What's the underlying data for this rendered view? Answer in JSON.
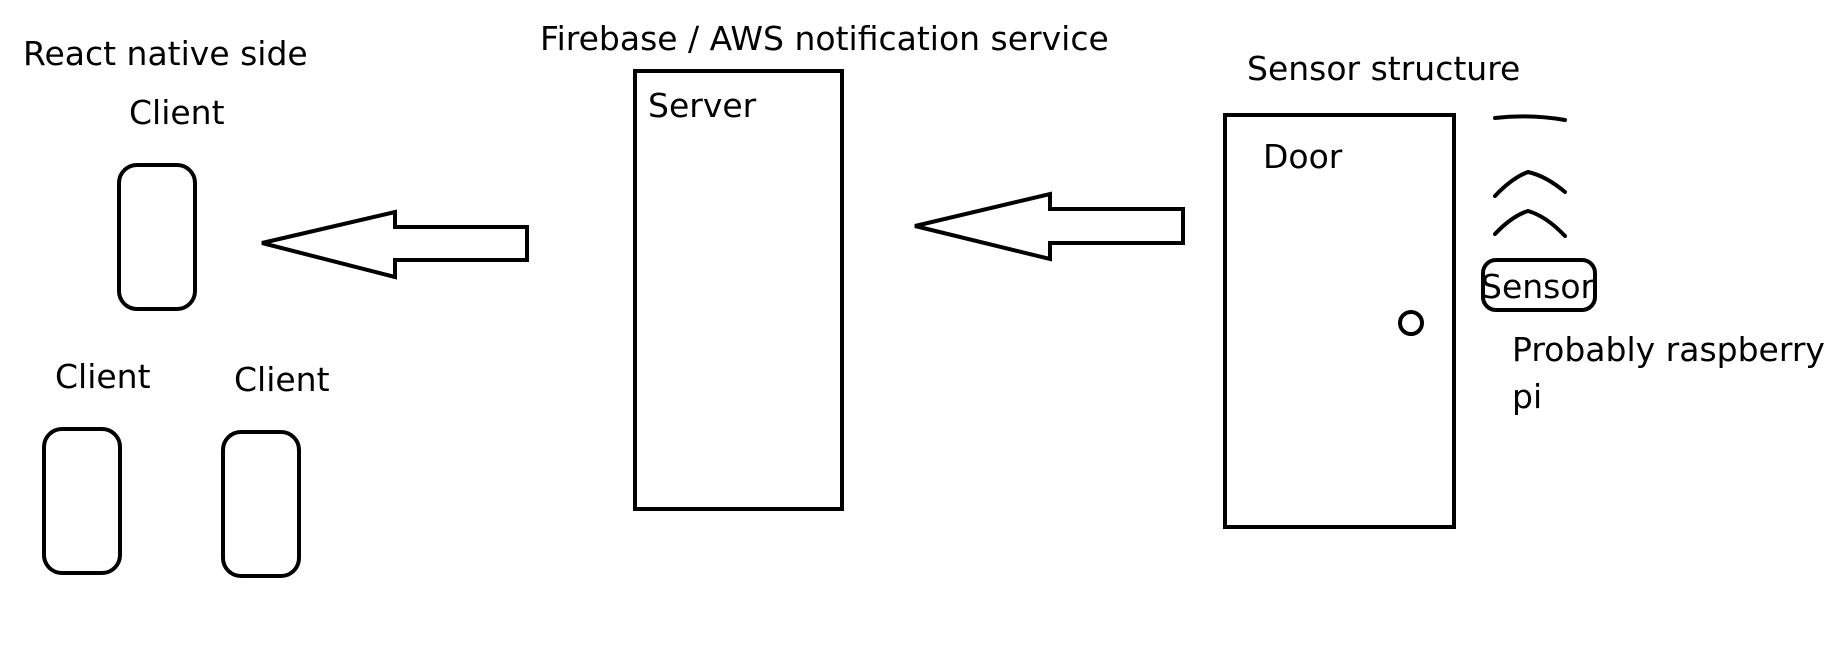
{
  "sections": {
    "client_side": "React native side",
    "server_side": "Firebase / AWS notification service",
    "sensor_side": "Sensor structure"
  },
  "clients": [
    {
      "label": "Client"
    },
    {
      "label": "Client"
    },
    {
      "label": "Client"
    }
  ],
  "server": {
    "label": "Server"
  },
  "door": {
    "label": "Door"
  },
  "sensor": {
    "label": "Sensor",
    "note_line1": "Probably raspberry",
    "note_line2": "pi"
  }
}
